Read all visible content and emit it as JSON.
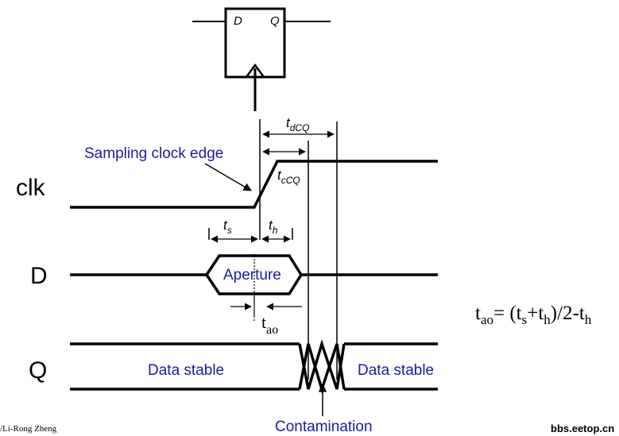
{
  "flipflop": {
    "d_label": "D",
    "q_label": "Q"
  },
  "signals": {
    "clk": "clk",
    "d": "D",
    "q": "Q"
  },
  "annotations": {
    "sampling_edge": "Sampling clock edge",
    "aperture": "Aperture",
    "data_stable": "Data stable",
    "contamination": "Contamination"
  },
  "timing": {
    "t": "t",
    "dcq_sub": "dCQ",
    "ccq_sub": "cCQ",
    "s_sub": "s",
    "h_sub": "h",
    "ao_sub": "ao"
  },
  "formula": {
    "lhs_t": "t",
    "lhs_sub": "ao",
    "eq": "= (t",
    "s_sub": "s",
    "plus": "+t",
    "h_sub": "h",
    "div": ")/2-t",
    "h_sub2": "h"
  },
  "footer": {
    "left": "/Li-Rong Zheng",
    "right": "bbs.eetop.cn"
  },
  "colors": {
    "label_blue": "#1a1aa8",
    "ink": "#000000"
  }
}
